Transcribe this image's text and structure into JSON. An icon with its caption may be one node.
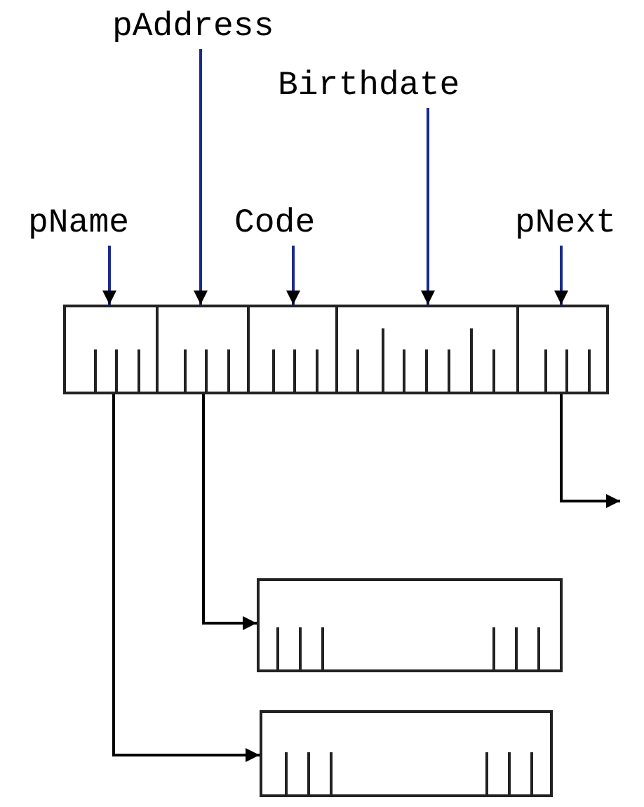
{
  "diagram": {
    "nodes": [
      {
        "text": [
          "pName"
        ]
      },
      {
        "text": [
          "pAddress"
        ]
      },
      {
        "text": [
          "Code"
        ]
      },
      {
        "text": [
          "Birthdate"
        ]
      },
      {
        "text": [
          "pNext"
        ]
      },
      {
        "text": [],
        "shape": "box"
      },
      {
        "text": [],
        "shape": "box"
      },
      {
        "text": [],
        "shape": "box"
      },
      {
        "text": [],
        "shape": "box"
      },
      {
        "text": [],
        "shape": "box"
      },
      {
        "text": [],
        "shape": "box"
      },
      {
        "text": [],
        "shape": "box"
      }
    ],
    "edges": [
      {
        "from": 0,
        "to": 5,
        "arrow": "to"
      },
      {
        "from": 1,
        "to": 6,
        "arrow": "to"
      },
      {
        "from": 2,
        "to": 7,
        "arrow": "to"
      },
      {
        "from": 3,
        "to": 8,
        "arrow": "to"
      },
      {
        "from": 4,
        "to": 9,
        "arrow": "to"
      },
      {
        "from": 9,
        "to": null,
        "arrow": "to",
        "color": "#000000"
      },
      {
        "from": 6,
        "to": 10,
        "arrow": "to",
        "color": "#000000"
      },
      {
        "from": 5,
        "to": 11,
        "arrow": "to",
        "color": "#000000"
      }
    ]
  }
}
